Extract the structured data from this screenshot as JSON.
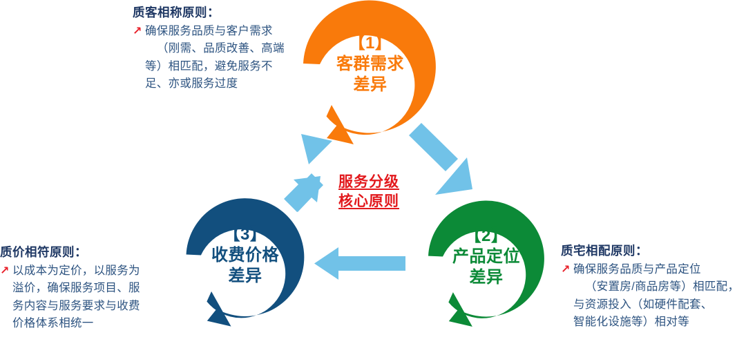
{
  "diagram": {
    "title": "服务分级核心原则",
    "center": {
      "line1": "服务分级",
      "line2": "核心原则",
      "color": "#E2181C"
    },
    "nodes": [
      {
        "id": "node-1",
        "number": "【1】",
        "line1": "客群需求",
        "line2": "差异",
        "color": "#F97A0B"
      },
      {
        "id": "node-2",
        "number": "【2】",
        "line1": "产品定位",
        "line2": "差异",
        "color": "#0C8A37"
      },
      {
        "id": "node-3",
        "number": "【3】",
        "line1": "收费价格",
        "line2": "差异",
        "color": "#124F7E"
      }
    ],
    "notes": [
      {
        "id": "note-top",
        "title": "质客相称原则：",
        "bullet": "↗",
        "lines": [
          "确保服务品质与客户需求",
          "（刚需、品质改善、高端",
          "等）相匹配，避免服务不",
          "足、亦或服务过度"
        ],
        "indent": [
          false,
          true,
          false,
          false
        ]
      },
      {
        "id": "note-left",
        "title": "质价相符原则：",
        "bullet": "↗",
        "lines": [
          "以成本为定价，以服务为",
          "溢价，确保服务项目、服",
          "务内容与服务要求与收费",
          "价格体系相统一"
        ],
        "indent": [
          false,
          false,
          false,
          false
        ]
      },
      {
        "id": "note-right",
        "title": "质宅相配原则：",
        "bullet": "↗",
        "lines": [
          "确保服务品质与产品定位",
          "（安置房/商品房等）相匹配，",
          "与资源投入（如硬件配套、",
          "智能化设施等）相对等"
        ],
        "indent": [
          false,
          true,
          false,
          false
        ]
      }
    ],
    "connectors": [
      {
        "id": "arrow-3-to-1",
        "direction": "up-right",
        "color": "#71C2E8"
      },
      {
        "id": "arrow-1-to-2",
        "direction": "down-right",
        "color": "#71C2E8"
      },
      {
        "id": "arrow-2-to-3",
        "direction": "left",
        "color": "#71C2E8"
      }
    ],
    "colors": {
      "orange": "#F97A0B",
      "green": "#0C8A37",
      "blue": "#124F7E",
      "light_blue": "#71C2E8",
      "red": "#E2181C",
      "bullet_red": "#E8202A",
      "text_navy": "#1F3864",
      "text_body": "#2E5481"
    }
  }
}
